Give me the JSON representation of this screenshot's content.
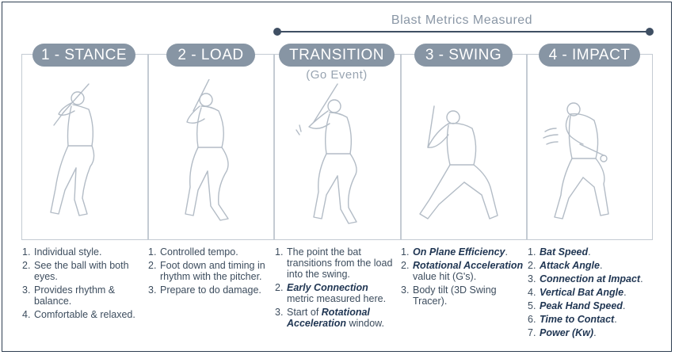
{
  "header": {
    "title": "Blast Metrics Measured"
  },
  "colors": {
    "pill": "#8795a4",
    "line": "#3f4f63",
    "text": "#3d4d5e",
    "emphasis": "#1f3552",
    "sketch": "#b3bcc6"
  },
  "phases": [
    {
      "label": "1 - STANCE",
      "subtitle": "",
      "notes": [
        {
          "n": "1.",
          "parts": [
            {
              "t": "Individual style."
            }
          ]
        },
        {
          "n": "2.",
          "parts": [
            {
              "t": "See the ball with both eyes."
            }
          ]
        },
        {
          "n": "3.",
          "parts": [
            {
              "t": "Provides rhythm & balance."
            }
          ]
        },
        {
          "n": "4.",
          "parts": [
            {
              "t": "Comfortable & relaxed."
            }
          ]
        }
      ]
    },
    {
      "label": "2 - LOAD",
      "subtitle": "",
      "notes": [
        {
          "n": "1.",
          "parts": [
            {
              "t": "Controlled tempo."
            }
          ]
        },
        {
          "n": "2.",
          "parts": [
            {
              "t": "Foot down and timing in rhythm with the pitcher."
            }
          ]
        },
        {
          "n": "3.",
          "parts": [
            {
              "t": "Prepare to do damage."
            }
          ]
        }
      ]
    },
    {
      "label": "TRANSITION",
      "subtitle": "(Go Event)",
      "notes": [
        {
          "n": "1.",
          "parts": [
            {
              "t": "The point the bat transitions from the load into the swing."
            }
          ]
        },
        {
          "n": "2.",
          "parts": [
            {
              "t": "Early Connection",
              "em": true
            },
            {
              "t": " metric measured here."
            }
          ]
        },
        {
          "n": "3.",
          "parts": [
            {
              "t": "Start of "
            },
            {
              "t": "Rotational Acceleration",
              "em": true
            },
            {
              "t": " window."
            }
          ]
        }
      ]
    },
    {
      "label": "3 - SWING",
      "subtitle": "",
      "notes": [
        {
          "n": "1.",
          "parts": [
            {
              "t": "On Plane Efficiency",
              "em": true
            },
            {
              "t": "."
            }
          ]
        },
        {
          "n": "2.",
          "parts": [
            {
              "t": "Rotational Acceleration",
              "em": true
            },
            {
              "t": " value hit (G's)."
            }
          ]
        },
        {
          "n": "3.",
          "parts": [
            {
              "t": "Body tilt (3D Swing Tracer)."
            }
          ]
        }
      ]
    },
    {
      "label": "4 - IMPACT",
      "subtitle": "",
      "notes": [
        {
          "n": "1.",
          "parts": [
            {
              "t": "Bat Speed",
              "em": true
            },
            {
              "t": "."
            }
          ]
        },
        {
          "n": "2.",
          "parts": [
            {
              "t": "Attack Angle",
              "em": true
            },
            {
              "t": "."
            }
          ]
        },
        {
          "n": "3.",
          "parts": [
            {
              "t": "Connection at Impact",
              "em": true
            },
            {
              "t": "."
            }
          ]
        },
        {
          "n": "4.",
          "parts": [
            {
              "t": "Vertical Bat Angle",
              "em": true
            },
            {
              "t": "."
            }
          ]
        },
        {
          "n": "5.",
          "parts": [
            {
              "t": "Peak Hand Speed",
              "em": true
            },
            {
              "t": "."
            }
          ]
        },
        {
          "n": "6.",
          "parts": [
            {
              "t": "Time to Contact",
              "em": true
            },
            {
              "t": "."
            }
          ]
        },
        {
          "n": "7.",
          "parts": [
            {
              "t": "Power (Kw)",
              "em": true
            },
            {
              "t": "."
            }
          ]
        }
      ]
    }
  ]
}
